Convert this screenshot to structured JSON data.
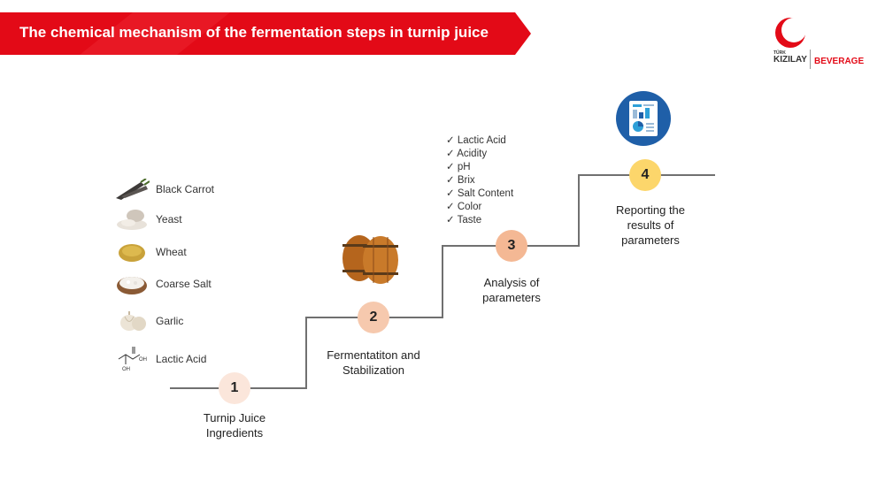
{
  "header": {
    "title": "The chemical mechanism of the fermentation steps in turnip juice",
    "banner_color": "#e30a17"
  },
  "logo": {
    "small_text": "TÜRK",
    "brand": "KIZILAY",
    "division": "BEVERAGE",
    "icon": "crescent-icon",
    "brand_color": "#e30a17"
  },
  "ingredients": [
    {
      "label": "Black Carrot",
      "icon": "black-carrot-icon"
    },
    {
      "label": "Yeast",
      "icon": "yeast-icon"
    },
    {
      "label": "Wheat",
      "icon": "wheat-icon"
    },
    {
      "label": "Coarse Salt",
      "icon": "salt-icon"
    },
    {
      "label": "Garlic",
      "icon": "garlic-icon"
    },
    {
      "label": "Lactic Acid",
      "icon": "lactic-acid-structure-icon"
    }
  ],
  "structure_labels": {
    "oh_right": "OH",
    "oh_bottom": "OH"
  },
  "steps": [
    {
      "number": "1",
      "label_line1": "Turnip Juice",
      "label_line2": "Ingredients",
      "color": "#fbe6db"
    },
    {
      "number": "2",
      "label_line1": "Fermentatiton and",
      "label_line2": "Stabilization",
      "color": "#f6c9ae"
    },
    {
      "number": "3",
      "label_line1": "Analysis of",
      "label_line2": "parameters",
      "color": "#f4b894"
    },
    {
      "number": "4",
      "label_line1": "Reporting the",
      "label_line2": "results of",
      "label_line3": "parameters",
      "color": "#fcd66b"
    }
  ],
  "parameters": [
    "Lactic Acid",
    "Acidity",
    "pH",
    "Brix",
    "Salt Content",
    "Color",
    "Taste"
  ],
  "icons": {
    "fermentation": "barrels-icon",
    "report": "report-document-icon"
  }
}
